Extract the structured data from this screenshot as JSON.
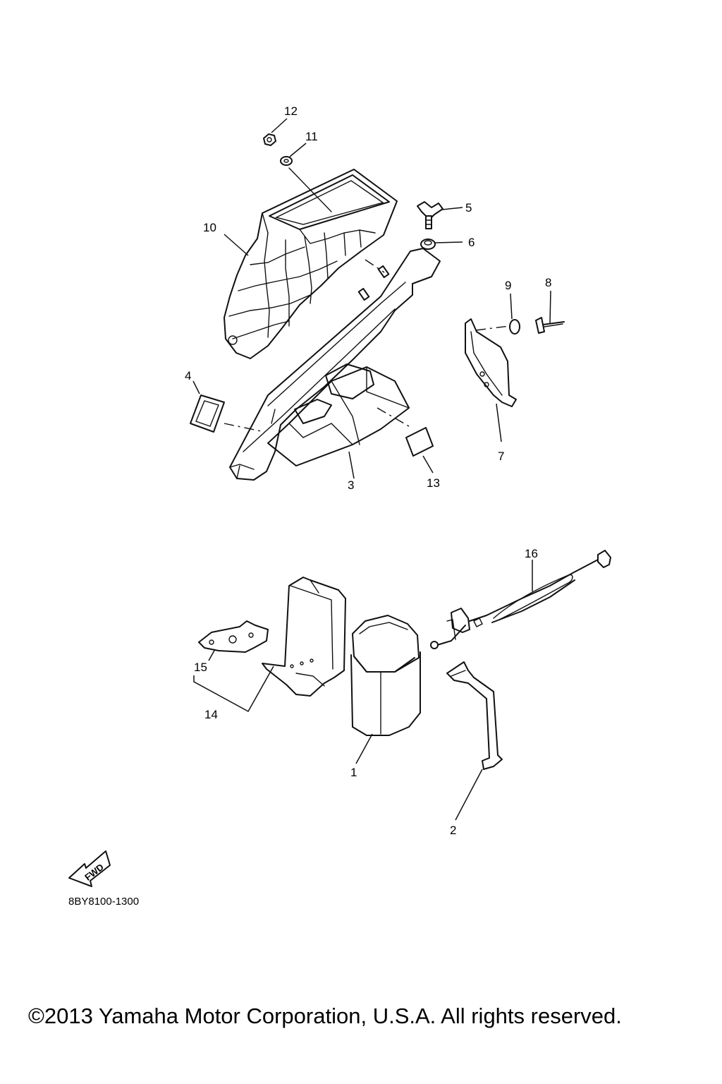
{
  "callouts": [
    {
      "id": "1",
      "label": "1"
    },
    {
      "id": "2",
      "label": "2"
    },
    {
      "id": "3",
      "label": "3"
    },
    {
      "id": "4",
      "label": "4"
    },
    {
      "id": "5",
      "label": "5"
    },
    {
      "id": "6",
      "label": "6"
    },
    {
      "id": "7",
      "label": "7"
    },
    {
      "id": "8",
      "label": "8"
    },
    {
      "id": "9",
      "label": "9"
    },
    {
      "id": "10",
      "label": "10"
    },
    {
      "id": "11",
      "label": "11"
    },
    {
      "id": "12",
      "label": "12"
    },
    {
      "id": "13",
      "label": "13"
    },
    {
      "id": "14",
      "label": "14"
    },
    {
      "id": "15",
      "label": "15"
    },
    {
      "id": "16",
      "label": "16"
    }
  ],
  "fwd_label": "FWD",
  "diagram_code": "8BY8100-1300",
  "copyright": "©2013 Yamaha Motor Corporation, U.S.A. All rights reserved."
}
